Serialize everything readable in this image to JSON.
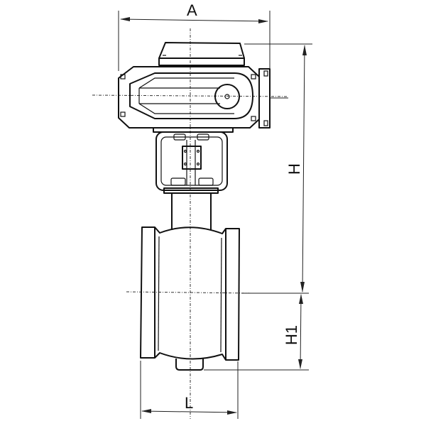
{
  "drawing": {
    "subject": "Electric actuated butterfly valve - outline dimension drawing",
    "colors": {
      "line": "#111111",
      "background": "#ffffff"
    },
    "dimensions": {
      "A": {
        "label": "A",
        "orientation": "horizontal",
        "describes": "actuator width"
      },
      "H": {
        "label": "H",
        "orientation": "vertical",
        "describes": "height from pipe centerline to actuator top"
      },
      "H1": {
        "label": "H1",
        "orientation": "vertical",
        "describes": "height from pipe centerline to valve bottom"
      },
      "L": {
        "label": "L",
        "orientation": "horizontal",
        "describes": "face-to-face length"
      }
    },
    "components": [
      "actuator-cover",
      "actuator-housing",
      "handwheel-indicator",
      "mounting-bracket",
      "coupling",
      "valve-neck",
      "valve-body",
      "flange-left",
      "flange-right",
      "bottom-boss"
    ]
  }
}
